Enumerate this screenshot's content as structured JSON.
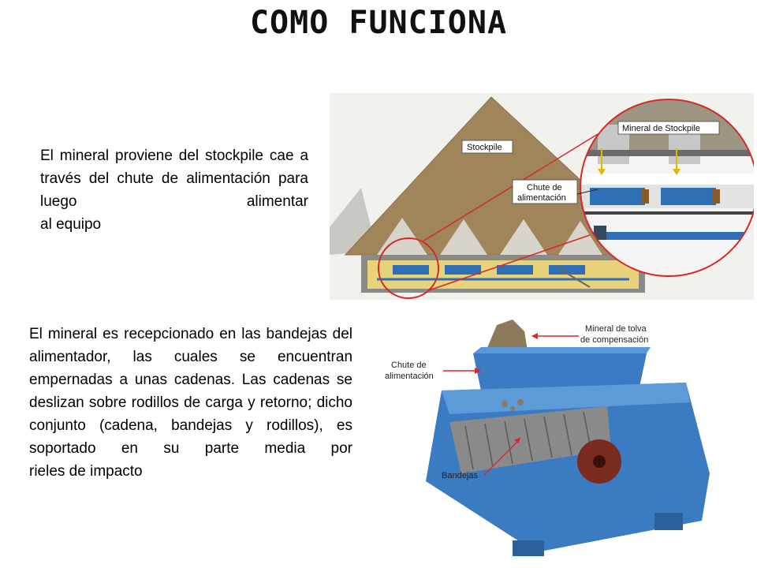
{
  "slide": {
    "title": "COMO FUNCIONA",
    "paragraph1": {
      "lines": [
        "El mineral proviene del stockpile",
        "cae a través del chute de",
        "alimentación para luego alimentar",
        "al equipo"
      ]
    },
    "paragraph2": {
      "lines": [
        "El mineral es recepcionado en las",
        "bandejas del alimentador, las cuales se",
        "encuentran empernadas a unas",
        "cadenas. Las cadenas se deslizan sobre",
        "rodillos de carga y retorno; dicho",
        "conjunto (cadena, bandejas y rodillos), es",
        "soportado en su parte media por",
        "rieles de impacto"
      ]
    },
    "figure1": {
      "label_stockpile": "Stockpile",
      "label_chute_line1": "Chute de",
      "label_chute_line2": "alimentación",
      "label_mineral_stockpile": "Mineral de Stockpile"
    },
    "figure2": {
      "label_mineral_line1": "Mineral de tolva",
      "label_mineral_line2": "de compensación",
      "label_chute_line1": "Chute de",
      "label_chute_line2": "alimentación",
      "label_bandejas": "Bandejas"
    },
    "colors": {
      "stockpile": "#a0855a",
      "equipment_blue": "#2f6fb5",
      "highlight_red": "#d42a2a",
      "tunnel": "#e8d27a"
    }
  }
}
